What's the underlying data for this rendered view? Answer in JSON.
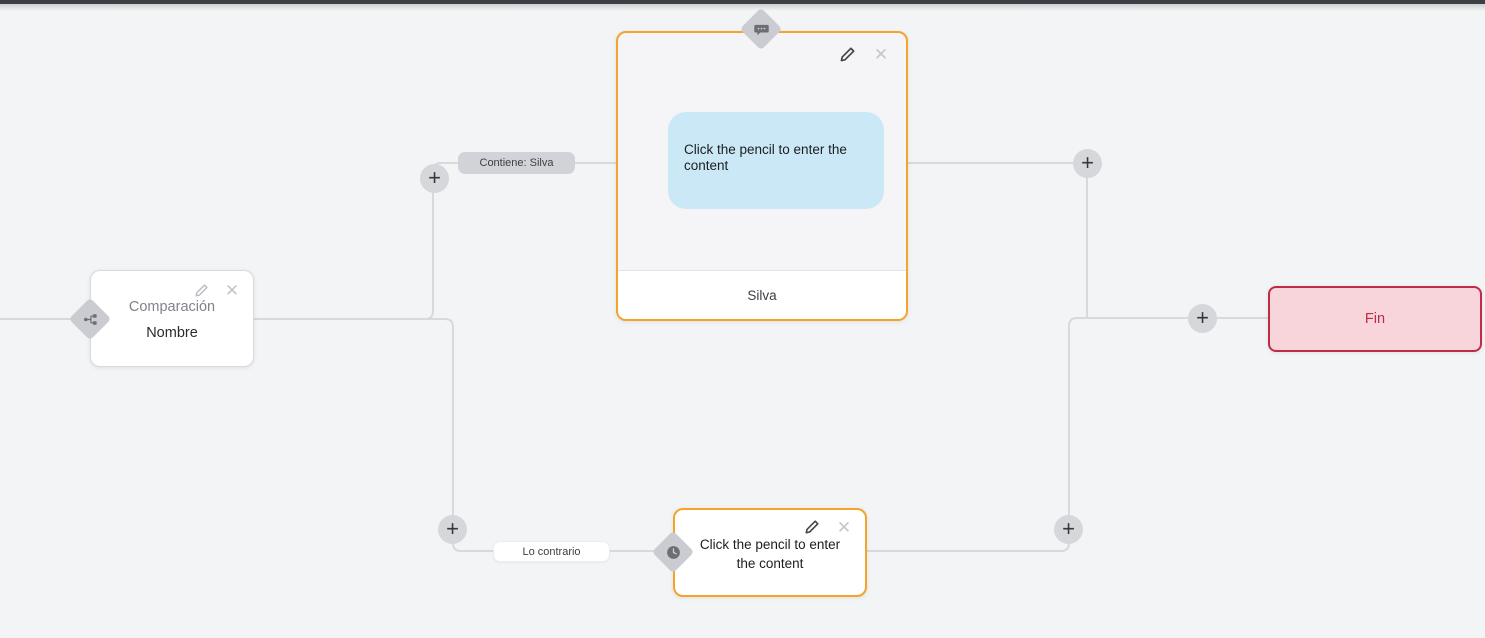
{
  "canvas": {
    "background": "#f3f4f6",
    "wire_color": "#d8d9dd",
    "accent_orange": "#f5a32b"
  },
  "nodes": {
    "condition": {
      "title_line1": "Comparación",
      "title_line2": "Nombre",
      "icon": "sitemap-icon"
    },
    "message": {
      "bubble_text": "Click the pencil to enter the content",
      "footer_text": "Silva",
      "icon": "message-bubble-icon",
      "bubble_color": "#cbe8f7"
    },
    "delay": {
      "text": "Click the pencil to enter the content",
      "icon": "clock-icon"
    },
    "end": {
      "label": "Fin",
      "bg_color": "#f7d5da",
      "border_color": "#c02c48",
      "text_color": "#c02c48"
    }
  },
  "edge_labels": {
    "contains": {
      "text": "Contiene: Silva"
    },
    "otherwise": {
      "text": "Lo contrario"
    }
  },
  "icons": {
    "plus": "+",
    "close": "✕"
  }
}
